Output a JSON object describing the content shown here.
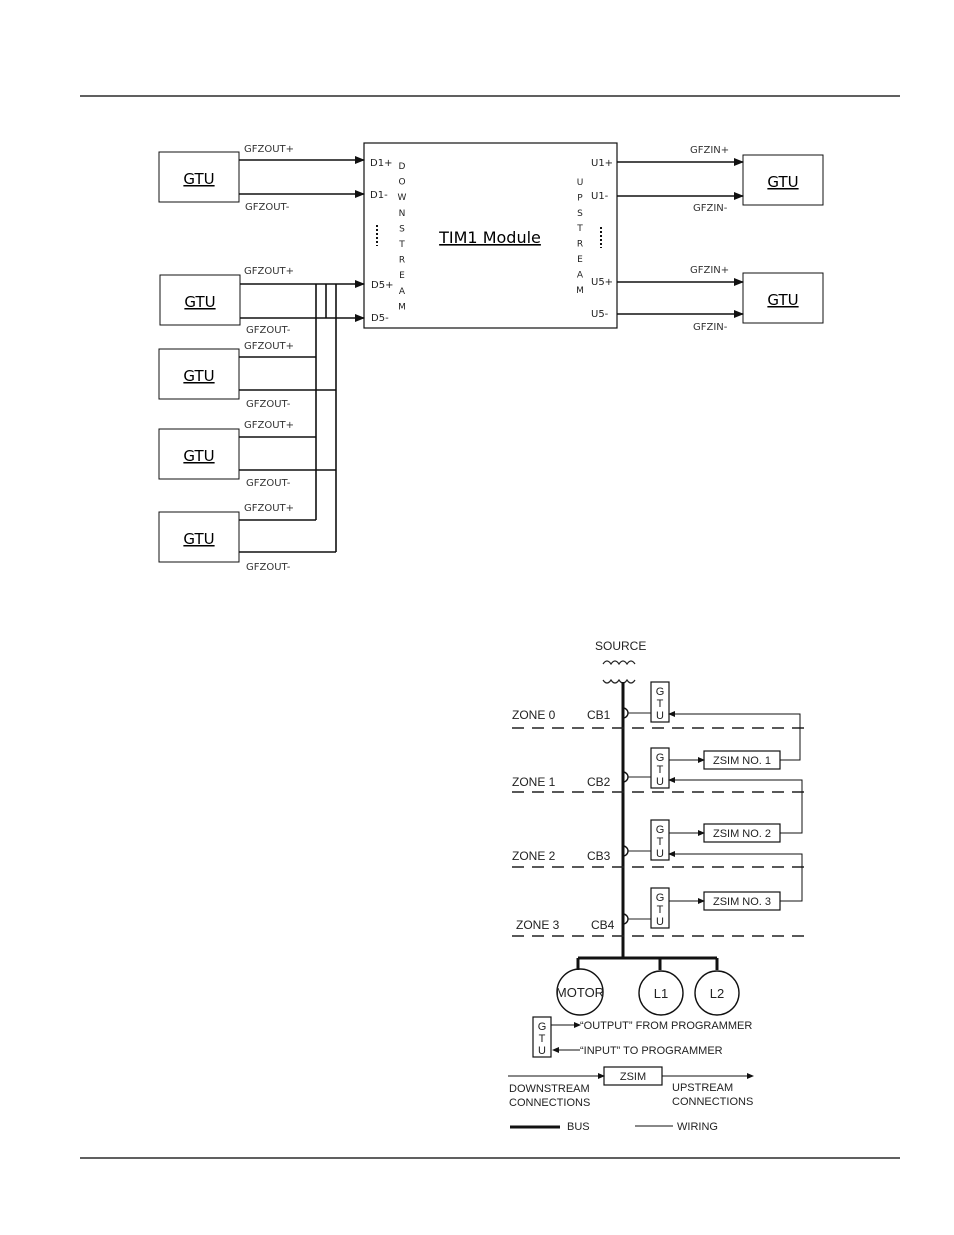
{
  "diagram1": {
    "module_title": "TIM1 Module",
    "downstream_letters": [
      "D",
      "O",
      "W",
      "N",
      "S",
      "T",
      "R",
      "E",
      "A",
      "M"
    ],
    "upstream_letters": [
      "U",
      "P",
      "S",
      "T",
      "R",
      "E",
      "A",
      "M"
    ],
    "ports": {
      "d1p": "D1+",
      "d1m": "D1-",
      "d5p": "D5+",
      "d5m": "D5-",
      "u1p": "U1+",
      "u1m": "U1-",
      "u5p": "U5+",
      "u5m": "U5-"
    },
    "gtu_label": "GTU",
    "signals": {
      "gfzout_plus": "GFZOUT+",
      "gfzout_minus": "GFZOUT-",
      "gfzin_plus": "GFZIN+",
      "gfzin_minus": "GFZIN-"
    }
  },
  "diagram2": {
    "source": "SOURCE",
    "zones": [
      "ZONE 0",
      "ZONE 1",
      "ZONE 2",
      "ZONE 3"
    ],
    "breakers": [
      "CB1",
      "CB2",
      "CB3",
      "CB4"
    ],
    "zsims": [
      "ZSIM NO. 1",
      "ZSIM NO. 2",
      "ZSIM NO. 3"
    ],
    "gtu_letters": [
      "G",
      "T",
      "U"
    ],
    "loads": [
      "MOTOR",
      "L1",
      "L2"
    ],
    "legend": {
      "output": "“OUTPUT” FROM PROGRAMMER",
      "input": "“INPUT” TO PROGRAMMER",
      "zsim": "ZSIM",
      "downstream_1": "DOWNSTREAM",
      "downstream_2": "CONNECTIONS",
      "upstream_1": "UPSTREAM",
      "upstream_2": "CONNECTIONS",
      "bus": "BUS",
      "wiring": "WIRING"
    }
  }
}
